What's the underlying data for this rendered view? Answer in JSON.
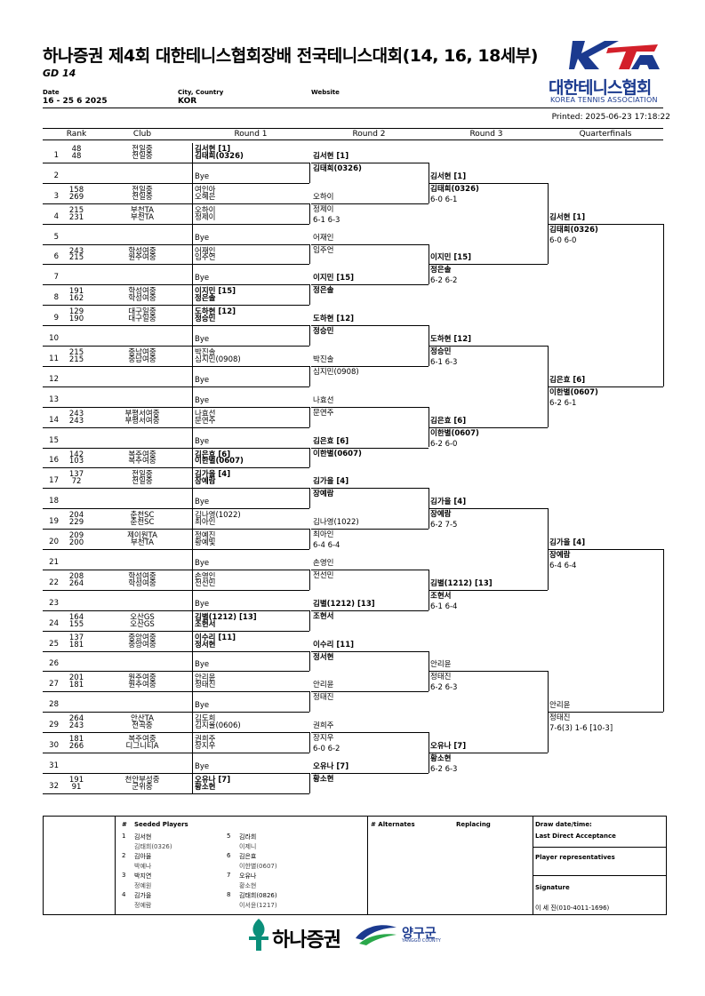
{
  "header": {
    "title": "하나증권 제4회 대한테니스협회장배 전국테니스대회(14, 16, 18세부)",
    "event": "GD 14",
    "date_label": "Date",
    "date_value": "16 - 25 6 2025",
    "city_label": "City, Country",
    "city_value": "KOR",
    "website_label": "Website",
    "printed": "Printed: 2025-06-23 17:18:22",
    "logo_short": "KTA",
    "logo_kr": "대한테니스협회",
    "logo_en": "KOREA TENNIS ASSOCIATION"
  },
  "columns": [
    "Rank",
    "Club",
    "Round 1",
    "Round 2",
    "Round 3",
    "Quarterfinals"
  ],
  "draw": [
    {
      "no": "1",
      "r1": "48",
      "r2": "48",
      "c1": "전일중",
      "c2": "전일중",
      "p1": "김서현 [1]",
      "p2": "김태희(0326)",
      "bold": true
    },
    {
      "no": "2",
      "r1": "",
      "r2": "",
      "c1": "",
      "c2": "",
      "p1": "",
      "p2": "Bye",
      "bold": false
    },
    {
      "no": "3",
      "r1": "158",
      "r2": "269",
      "c1": "전일중",
      "c2": "전일중",
      "p1": "여인아",
      "p2": "오혜은",
      "bold": false
    },
    {
      "no": "4",
      "r1": "215",
      "r2": "231",
      "c1": "부천TA",
      "c2": "부천TA",
      "p1": "오하이",
      "p2": "정제이",
      "bold": false
    },
    {
      "no": "5",
      "r1": "",
      "r2": "",
      "c1": "",
      "c2": "",
      "p1": "",
      "p2": "Bye",
      "bold": false
    },
    {
      "no": "6",
      "r1": "243",
      "r2": "215",
      "c1": "학성여중",
      "c2": "원주여중",
      "p1": "어재인",
      "p2": "임주언",
      "bold": false
    },
    {
      "no": "7",
      "r1": "",
      "r2": "",
      "c1": "",
      "c2": "",
      "p1": "",
      "p2": "Bye",
      "bold": false
    },
    {
      "no": "8",
      "r1": "191",
      "r2": "162",
      "c1": "학성여중",
      "c2": "학성여중",
      "p1": "이지민 [15]",
      "p2": "정은솔",
      "bold": true
    },
    {
      "no": "9",
      "r1": "129",
      "r2": "190",
      "c1": "대구일중",
      "c2": "대구일중",
      "p1": "도하현 [12]",
      "p2": "정승민",
      "bold": true
    },
    {
      "no": "10",
      "r1": "",
      "r2": "",
      "c1": "",
      "c2": "",
      "p1": "",
      "p2": "Bye",
      "bold": false
    },
    {
      "no": "11",
      "r1": "215",
      "r2": "215",
      "c1": "중남여중",
      "c2": "중남여중",
      "p1": "박진솔",
      "p2": "심지민(0908)",
      "bold": false
    },
    {
      "no": "12",
      "r1": "",
      "r2": "",
      "c1": "",
      "c2": "",
      "p1": "",
      "p2": "Bye",
      "bold": false
    },
    {
      "no": "13",
      "r1": "",
      "r2": "",
      "c1": "",
      "c2": "",
      "p1": "",
      "p2": "Bye",
      "bold": false
    },
    {
      "no": "14",
      "r1": "243",
      "r2": "243",
      "c1": "부평서여중",
      "c2": "부평서여중",
      "p1": "나효선",
      "p2": "문연주",
      "bold": false
    },
    {
      "no": "15",
      "r1": "",
      "r2": "",
      "c1": "",
      "c2": "",
      "p1": "",
      "p2": "Bye",
      "bold": false
    },
    {
      "no": "16",
      "r1": "142",
      "r2": "103",
      "c1": "복주여중",
      "c2": "복주여중",
      "p1": "김은효 [6]",
      "p2": "이한별(0607)",
      "bold": true
    },
    {
      "no": "17",
      "r1": "137",
      "r2": "72",
      "c1": "전일중",
      "c2": "전일중",
      "p1": "김가을 [4]",
      "p2": "장예람",
      "bold": true
    },
    {
      "no": "18",
      "r1": "",
      "r2": "",
      "c1": "",
      "c2": "",
      "p1": "",
      "p2": "Bye",
      "bold": false
    },
    {
      "no": "19",
      "r1": "204",
      "r2": "229",
      "c1": "춘천SC",
      "c2": "춘천SC",
      "p1": "김나영(1022)",
      "p2": "최아인",
      "bold": false
    },
    {
      "no": "20",
      "r1": "209",
      "r2": "200",
      "c1": "제이원TA",
      "c2": "부천TA",
      "p1": "정예진",
      "p2": "황예빛",
      "bold": false
    },
    {
      "no": "21",
      "r1": "",
      "r2": "",
      "c1": "",
      "c2": "",
      "p1": "",
      "p2": "Bye",
      "bold": false
    },
    {
      "no": "22",
      "r1": "208",
      "r2": "264",
      "c1": "학성여중",
      "c2": "학성여중",
      "p1": "손영인",
      "p2": "전선민",
      "bold": false
    },
    {
      "no": "23",
      "r1": "",
      "r2": "",
      "c1": "",
      "c2": "",
      "p1": "",
      "p2": "Bye",
      "bold": false
    },
    {
      "no": "24",
      "r1": "164",
      "r2": "155",
      "c1": "오산GS",
      "c2": "오산GS",
      "p1": "김별(1212) [13]",
      "p2": "조현서",
      "bold": true
    },
    {
      "no": "25",
      "r1": "137",
      "r2": "181",
      "c1": "중앙여중",
      "c2": "중앙여중",
      "p1": "이수리 [11]",
      "p2": "정서현",
      "bold": true
    },
    {
      "no": "26",
      "r1": "",
      "r2": "",
      "c1": "",
      "c2": "",
      "p1": "",
      "p2": "Bye",
      "bold": false
    },
    {
      "no": "27",
      "r1": "201",
      "r2": "181",
      "c1": "원주여중",
      "c2": "원주여중",
      "p1": "안리윤",
      "p2": "정태진",
      "bold": false
    },
    {
      "no": "28",
      "r1": "",
      "r2": "",
      "c1": "",
      "c2": "",
      "p1": "",
      "p2": "Bye",
      "bold": false
    },
    {
      "no": "29",
      "r1": "264",
      "r2": "243",
      "c1": "안산TA",
      "c2": "전곡중",
      "p1": "김도희",
      "p2": "김지율(0606)",
      "bold": false
    },
    {
      "no": "30",
      "r1": "181",
      "r2": "266",
      "c1": "복주여중",
      "c2": "디그니티A",
      "p1": "권희주",
      "p2": "장지우",
      "bold": false
    },
    {
      "no": "31",
      "r1": "",
      "r2": "",
      "c1": "",
      "c2": "",
      "p1": "",
      "p2": "Bye",
      "bold": false
    },
    {
      "no": "32",
      "r1": "191",
      "r2": "91",
      "c1": "천안부성중",
      "c2": "군위중",
      "p1": "오유나 [7]",
      "p2": "황소현",
      "bold": true
    }
  ],
  "round2": [
    {
      "p1": "김서현 [1]",
      "p2": "김태희(0326)",
      "score": "",
      "bold": true
    },
    {
      "p1": "오하이",
      "p2": "정제이",
      "score": "6-1 6-3",
      "bold": false
    },
    {
      "p1": "어재인",
      "p2": "임주언",
      "score": "",
      "bold": false
    },
    {
      "p1": "이지민 [15]",
      "p2": "정은솔",
      "score": "",
      "bold": true
    },
    {
      "p1": "도하현 [12]",
      "p2": "정승민",
      "score": "",
      "bold": true
    },
    {
      "p1": "박진솔",
      "p2": "심지민(0908)",
      "score": "",
      "bold": false
    },
    {
      "p1": "나효선",
      "p2": "문연주",
      "score": "",
      "bold": false
    },
    {
      "p1": "김은효 [6]",
      "p2": "이한별(0607)",
      "score": "",
      "bold": true
    },
    {
      "p1": "김가을 [4]",
      "p2": "장예람",
      "score": "",
      "bold": true
    },
    {
      "p1": "김나영(1022)",
      "p2": "최아인",
      "score": "6-4 6-4",
      "bold": false
    },
    {
      "p1": "손영인",
      "p2": "전선민",
      "score": "",
      "bold": false
    },
    {
      "p1": "김별(1212) [13]",
      "p2": "조현서",
      "score": "",
      "bold": true
    },
    {
      "p1": "이수리 [11]",
      "p2": "정서현",
      "score": "",
      "bold": true
    },
    {
      "p1": "안리윤",
      "p2": "정태진",
      "score": "",
      "bold": false
    },
    {
      "p1": "권희주",
      "p2": "장지우",
      "score": "6-0 6-2",
      "bold": false
    },
    {
      "p1": "오유나 [7]",
      "p2": "황소현",
      "score": "",
      "bold": true
    }
  ],
  "round3": [
    {
      "p1": "김서현 [1]",
      "p2": "김태희(0326)",
      "score": "6-0 6-1",
      "bold": true
    },
    {
      "p1": "이지민 [15]",
      "p2": "정은솔",
      "score": "6-2 6-2",
      "bold": true
    },
    {
      "p1": "도하현 [12]",
      "p2": "정승민",
      "score": "6-1 6-3",
      "bold": true
    },
    {
      "p1": "김은효 [6]",
      "p2": "이한별(0607)",
      "score": "6-2 6-0",
      "bold": true
    },
    {
      "p1": "김가을 [4]",
      "p2": "장예람",
      "score": "6-2 7-5",
      "bold": true
    },
    {
      "p1": "김별(1212) [13]",
      "p2": "조현서",
      "score": "6-1 6-4",
      "bold": true
    },
    {
      "p1": "안리윤",
      "p2": "정태진",
      "score": "6-2 6-3",
      "bold": false
    },
    {
      "p1": "오유나 [7]",
      "p2": "황소현",
      "score": "6-2 6-3",
      "bold": true
    }
  ],
  "qf": [
    {
      "p1": "김서현 [1]",
      "p2": "김태희(0326)",
      "score": "6-0 6-0",
      "bold": true
    },
    {
      "p1": "김은효 [6]",
      "p2": "이한별(0607)",
      "score": "6-2 6-1",
      "bold": true
    },
    {
      "p1": "김가을 [4]",
      "p2": "장예람",
      "score": "6-4 6-4",
      "bold": true
    },
    {
      "p1": "안리윤",
      "p2": "정태진",
      "score": "7-6(3) 1-6 [10-3]",
      "bold": false
    }
  ],
  "footer": {
    "seeded_title": "Seeded Players",
    "seeded_hash": "#",
    "seeded": [
      {
        "n": "1",
        "a": "김서현",
        "b": "김태희(0326)"
      },
      {
        "n": "2",
        "a": "김아율",
        "b": "박예나"
      },
      {
        "n": "3",
        "a": "박지연",
        "b": "정예원"
      },
      {
        "n": "4",
        "a": "김가을",
        "b": "정예람"
      },
      {
        "n": "5",
        "a": "김라희",
        "b": "이제니"
      },
      {
        "n": "6",
        "a": "김은효",
        "b": "이한별(0607)"
      },
      {
        "n": "7",
        "a": "오유나",
        "b": "황소현"
      },
      {
        "n": "8",
        "a": "김태희(0826)",
        "b": "이서윤(1217)"
      }
    ],
    "alternates": "# Alternates",
    "replacing": "Replacing",
    "draw_date": "Draw date/time:",
    "last_direct": "Last Direct Acceptance",
    "player_reps": "Player representatives",
    "signature": "Signature",
    "signer": "이 세 진(010-4011-1696)"
  },
  "sponsors": {
    "hana": "하나증권",
    "yanggu": "양구군",
    "yanggu_en": "YANGGU COUNTY"
  }
}
